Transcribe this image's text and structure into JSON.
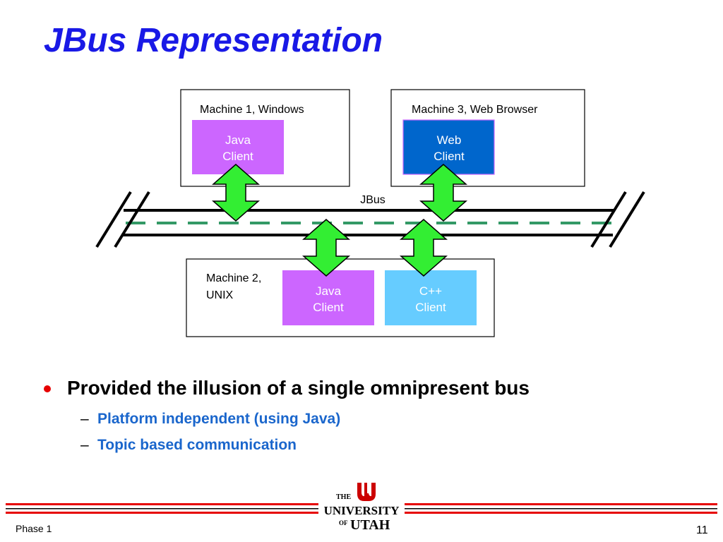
{
  "slide": {
    "title": "JBus Representation",
    "footer_left": "Phase 1",
    "page_number": "11"
  },
  "diagram": {
    "machine1_label": "Machine 1, Windows",
    "machine3_label": "Machine 3, Web Browser",
    "machine2_label_line1": "Machine 2,",
    "machine2_label_line2": "UNIX",
    "bus_label": "JBus",
    "java_client1_line1": "Java",
    "java_client1_line2": "Client",
    "web_client_line1": "Web",
    "web_client_line2": "Client",
    "java_client2_line1": "Java",
    "java_client2_line2": "Client",
    "cpp_client_line1": "C++",
    "cpp_client_line2": "Client",
    "colors": {
      "java_client": "#cc66ff",
      "web_client": "#0066cc",
      "cpp_client": "#66ccff",
      "arrow": "#33ee33",
      "bus_dash": "#339966"
    }
  },
  "bullets": {
    "main": "Provided the illusion of a single omnipresent bus",
    "sub1": "Platform independent (using Java)",
    "sub2": "Topic based communication"
  },
  "logo": {
    "line1": "THE",
    "line2": "UNIVERSITY",
    "line3_prefix": "OF",
    "line3": "UTAH"
  }
}
